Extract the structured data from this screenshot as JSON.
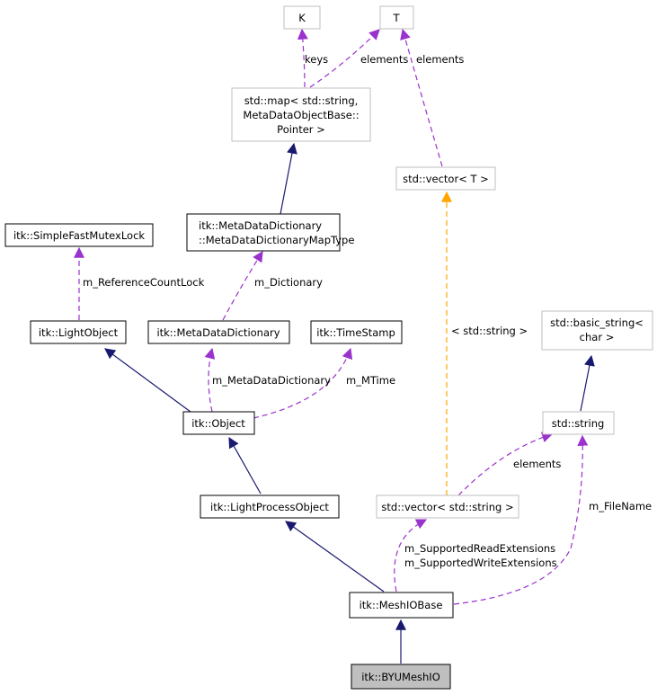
{
  "nodes": {
    "k": "K",
    "t": "T",
    "map": [
      "std::map< std::string,",
      "MetaDataObjectBase::",
      "Pointer >"
    ],
    "vector_t": "std::vector< T >",
    "dictmaptype": [
      "itk::MetaDataDictionary",
      "::MetaDataDictionaryMapType"
    ],
    "simplefastmutexlock": "itk::SimpleFastMutexLock",
    "lightobject": "itk::LightObject",
    "metadatadictionary": "itk::MetaDataDictionary",
    "timestamp": "itk::TimeStamp",
    "basic_string": [
      "std::basic_string<",
      "char >"
    ],
    "object": "itk::Object",
    "string": "std::string",
    "lightprocessobject": "itk::LightProcessObject",
    "vector_string": "std::vector< std::string >",
    "meshiobase": "itk::MeshIOBase",
    "byumeshio": "itk::BYUMeshIO"
  },
  "edge_labels": {
    "keys": "keys",
    "elements_map": "elements",
    "elements_vector": "elements",
    "reference_count_lock": "m_ReferenceCountLock",
    "dictionary": "m_Dictionary",
    "std_string_template": "< std::string >",
    "meta_data_dictionary": "m_MetaDataDictionary",
    "mtime": "m_MTime",
    "elements_string": "elements",
    "file_name": "m_FileName",
    "supported_extensions": [
      "m_SupportedReadExtensions",
      "m_SupportedWriteExtensions"
    ]
  },
  "colors": {
    "inheritance": "#191970",
    "usage": "#9a32cd",
    "template": "#ffa500",
    "node_border_documented": "#000000",
    "node_border_undocumented": "#bfbfbf",
    "highlight_fill": "#bfbfbf"
  }
}
